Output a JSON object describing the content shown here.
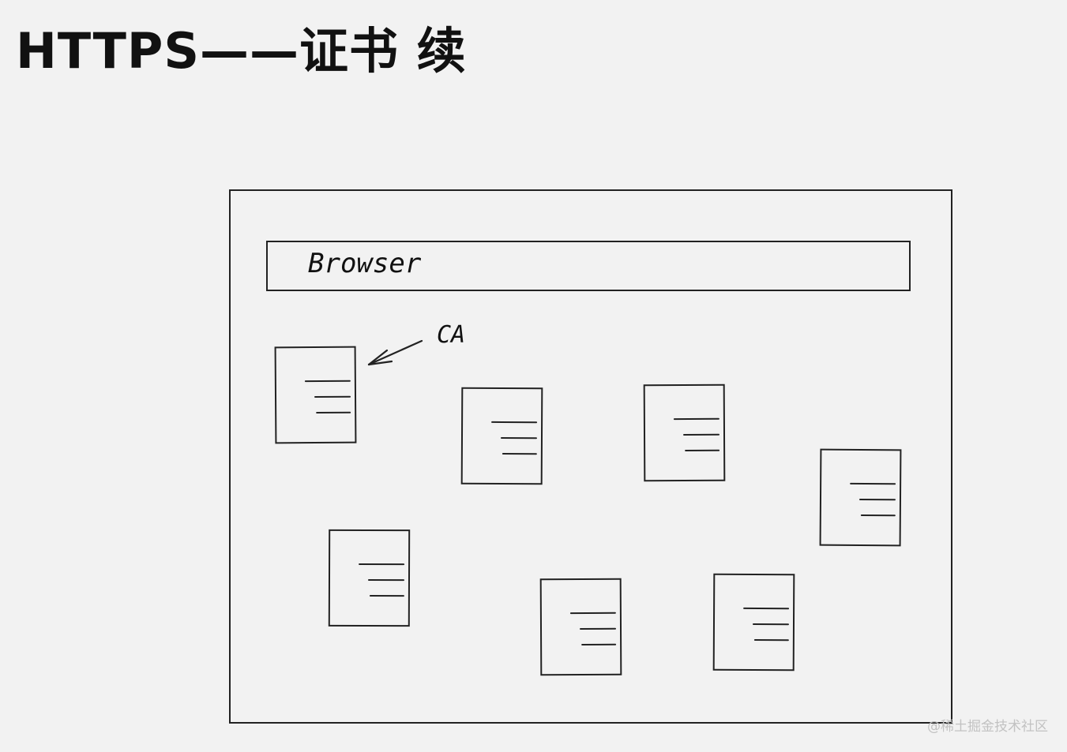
{
  "title": "HTTPS——证书 续",
  "browser": {
    "label": "Browser"
  },
  "annotation": {
    "label": "CA",
    "points_to": "certificate-1"
  },
  "certificates": [
    {
      "id": "cert-1"
    },
    {
      "id": "cert-2"
    },
    {
      "id": "cert-3"
    },
    {
      "id": "cert-4"
    },
    {
      "id": "cert-5"
    },
    {
      "id": "cert-6"
    },
    {
      "id": "cert-7"
    }
  ],
  "watermark": "@稀土掘金技术社区",
  "colors": {
    "background": "#f2f2f2",
    "ink": "#222222",
    "watermark": "#c2c2c2"
  },
  "icons": [
    "document-icon",
    "arrow-icon"
  ]
}
